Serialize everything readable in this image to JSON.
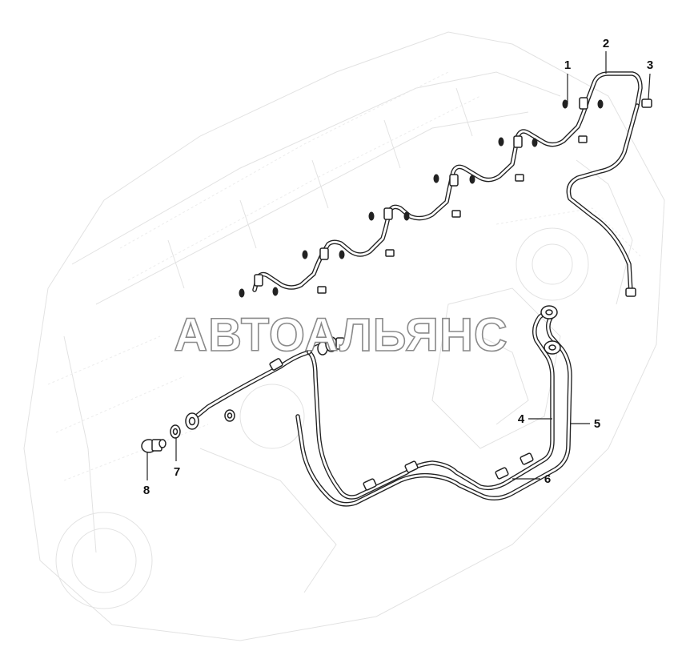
{
  "watermark": {
    "text": "АВТОАЛЬЯНС"
  },
  "callouts": [
    {
      "number": "1"
    },
    {
      "number": "2"
    },
    {
      "number": "3"
    },
    {
      "number": "4"
    },
    {
      "number": "5"
    },
    {
      "number": "6"
    },
    {
      "number": "7"
    },
    {
      "number": "8"
    }
  ]
}
